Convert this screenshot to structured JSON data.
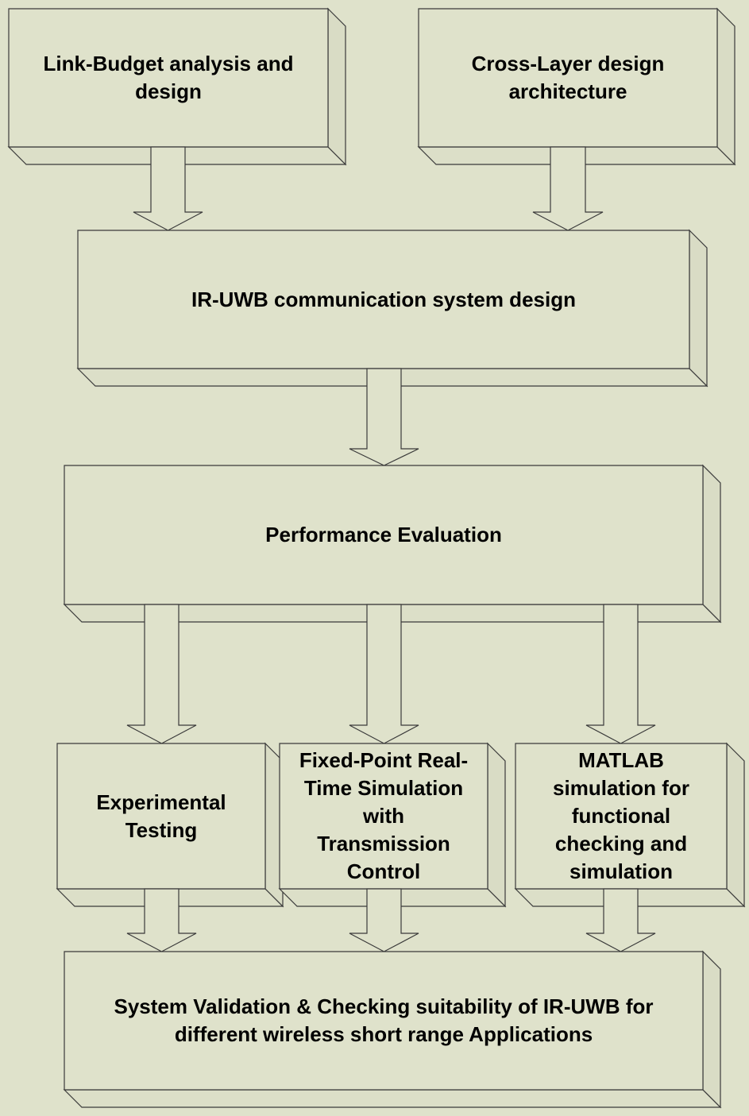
{
  "colors": {
    "background": "#dfe2cb",
    "stroke": "#3a3a3a",
    "text": "#000000"
  },
  "boxes": {
    "link_budget": {
      "lines": [
        "Link-Budget analysis and",
        "design"
      ]
    },
    "cross_layer": {
      "lines": [
        "Cross-Layer design",
        "architecture"
      ]
    },
    "ir_uwb_design": {
      "lines": [
        "IR-UWB communication system design"
      ]
    },
    "performance": {
      "lines": [
        "Performance Evaluation"
      ]
    },
    "experimental": {
      "lines": [
        "Experimental",
        "Testing"
      ]
    },
    "fixed_point": {
      "lines": [
        "Fixed-Point Real-",
        "Time Simulation",
        "with",
        "Transmission",
        "Control"
      ]
    },
    "matlab": {
      "lines": [
        "MATLAB",
        "simulation for",
        "functional",
        "checking and",
        "simulation"
      ]
    },
    "validation": {
      "lines": [
        "System Validation & Checking suitability of IR-UWB for",
        "different wireless short range Applications"
      ]
    }
  }
}
